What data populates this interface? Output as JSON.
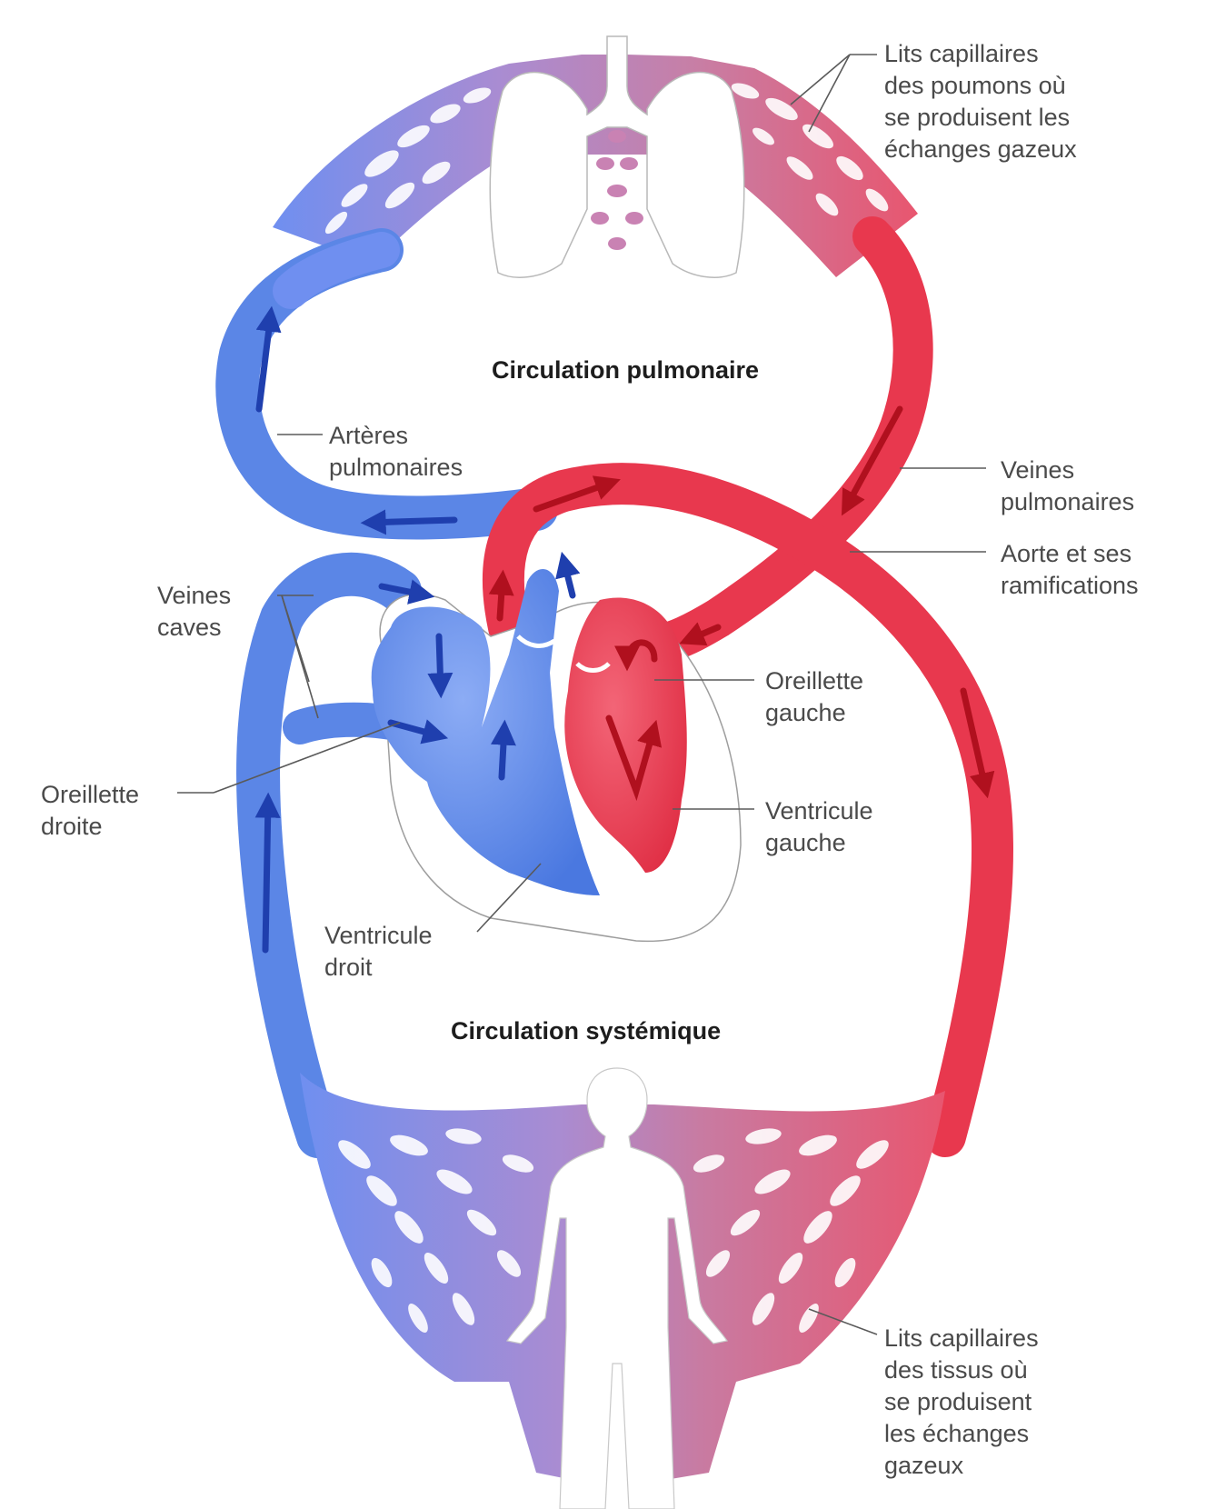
{
  "titles": {
    "pulmonary": "Circulation pulmonaire",
    "systemic": "Circulation systémique"
  },
  "labels": {
    "lung_capillaries": "Lits capillaires\ndes poumons où\nse produisent les\néchanges gazeux",
    "pulmonary_arteries": "Artères\npulmonaires",
    "pulmonary_veins": "Veines\npulmonaires",
    "aorta": "Aorte et ses\nramifications",
    "venae_cavae": "Veines\ncaves",
    "left_atrium": "Oreillette\ngauche",
    "right_atrium": "Oreillette\ndroite",
    "left_ventricle": "Ventricule\ngauche",
    "right_ventricle": "Ventricule\ndroit",
    "tissue_capillaries": "Lits capillaires\ndes tissus où\nse produisent\nles échanges\ngazeux"
  },
  "colors": {
    "oxygenated": "#e8384e",
    "deoxygenated": "#5b86e6",
    "capillary_mix": "#b07ab4",
    "arrow_red": "#b0101e",
    "arrow_blue": "#1f3fae",
    "leader_line": "#5a5a5a"
  }
}
